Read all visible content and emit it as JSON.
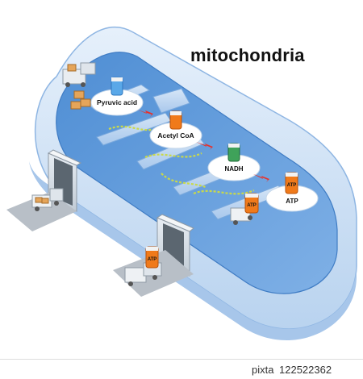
{
  "title": "mitochondria",
  "stages": [
    {
      "label": "Pyruvic acid"
    },
    {
      "label": "Acetyl CoA"
    },
    {
      "label": "NADH"
    },
    {
      "label": "ATP"
    }
  ],
  "can_label": "ATP",
  "footer": {
    "brand": "pixta",
    "stock_id": "122522362"
  },
  "colors": {
    "membrane_light": "#dbe9f8",
    "membrane_mid": "#9fc3ea",
    "membrane_dark": "#5a95d6",
    "arrow": "#e8302a",
    "can_orange": "#f07a1a"
  }
}
